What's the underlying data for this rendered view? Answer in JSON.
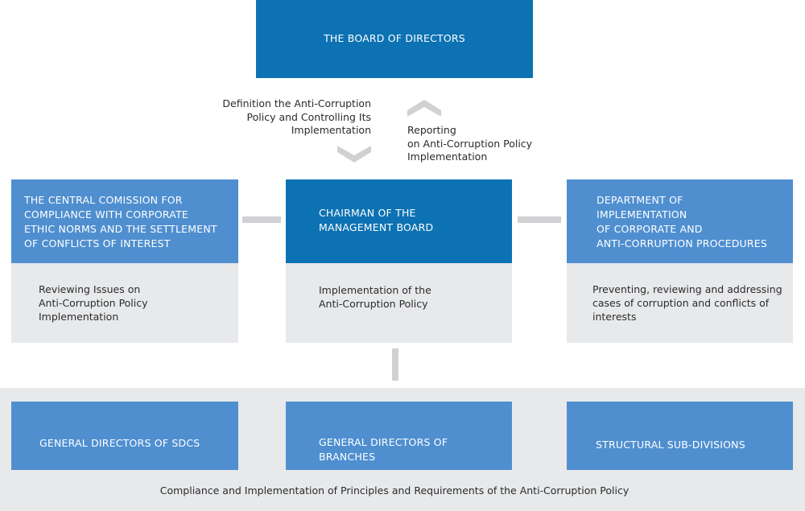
{
  "board": {
    "title": "THE BOARD OF DIRECTORS"
  },
  "arrows": {
    "down_label": "Definition the Anti-Corruption\nPolicy and Controlling Its\nImplementation",
    "up_label": "Reporting\non Anti-Corruption Policy\nImplementation"
  },
  "commission": {
    "title": "THE CENTRAL COMISSION FOR\nCOMPLIANCE WITH CORPORATE\nETHIC NORMS AND THE SETTLEMENT\nOF CONFLICTS OF INTEREST",
    "description": "Reviewing Issues on\nAnti-Corruption Policy\nImplementation"
  },
  "chairman": {
    "title": "CHAIRMAN OF THE\nMANAGEMENT BOARD",
    "description": "Implementation of the\nAnti-Corruption Policy"
  },
  "department": {
    "title": "DEPARTMENT OF\nIMPLEMENTATION\nOF CORPORATE AND\nANTI-CORRUPTION PROCEDURES",
    "description": "Preventing, reviewing and addressing\ncases of corruption and conflicts of\ninterests"
  },
  "bottom": {
    "sdcs": "GENERAL DIRECTORS OF SDCS",
    "branches": "GENERAL DIRECTORS OF\nBRANCHES",
    "structural": "STRUCTURAL SUB-DIVISIONS",
    "caption": "Compliance and Implementation of Principles and Requirements of the Anti-Corruption Policy"
  },
  "colors": {
    "dark_blue": "#0d72b3",
    "light_blue": "#4f8fd0",
    "grey_panel": "#e8e9eb",
    "connector": "#d0d1d3"
  }
}
